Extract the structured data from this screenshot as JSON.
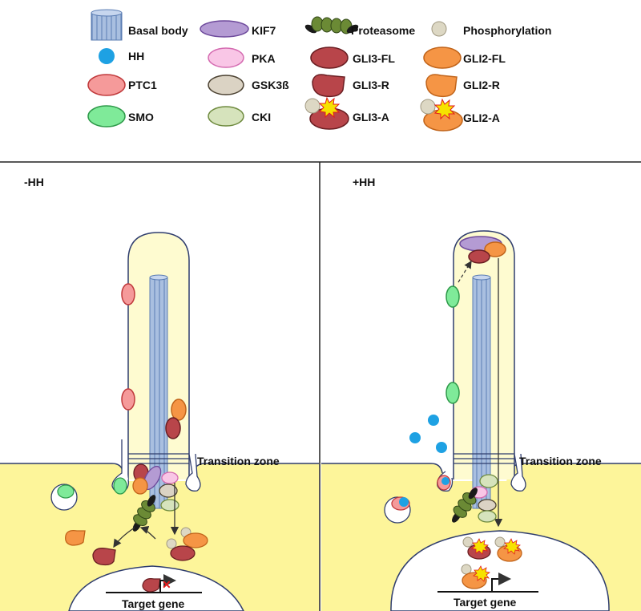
{
  "legend": {
    "basal_body": "Basal body",
    "hh": "HH",
    "ptc1": "PTC1",
    "smo": "SMO",
    "kif7": "KIF7",
    "pka": "PKA",
    "gsk3b": "GSK3ß",
    "cki": "CKI",
    "proteasome": "Proteasome",
    "gli3_fl": "GLI3-FL",
    "gli3_r": "GLI3-R",
    "gli3_a": "GLI3-A",
    "phosphorylation": "Phosphorylation",
    "gli2_fl": "GLI2-FL",
    "gli2_r": "GLI2-R",
    "gli2_a": "GLI2-A"
  },
  "left_panel": {
    "title": "-HH",
    "transition_zone": "Transition zone",
    "target_gene": "Target gene"
  },
  "right_panel": {
    "title": "+HH",
    "transition_zone": "Transition zone",
    "target_gene": "Target gene"
  },
  "colors": {
    "cytoplasm": "#fdf59a",
    "cilium": "#fefbd0",
    "basal_body": "#a9bfe0",
    "hh": "#1ea1e3",
    "ptc1": "#f59a9a",
    "smo": "#7fea99",
    "kif7": "#b49bd3",
    "pka": "#f9c6e6",
    "gsk3b": "#dbd3c4",
    "cki": "#d6e3bc",
    "proteasome": "#5f7a32",
    "gli3": "#b8454a",
    "gli2": "#f59545",
    "phospho": "#ddd8c4"
  }
}
